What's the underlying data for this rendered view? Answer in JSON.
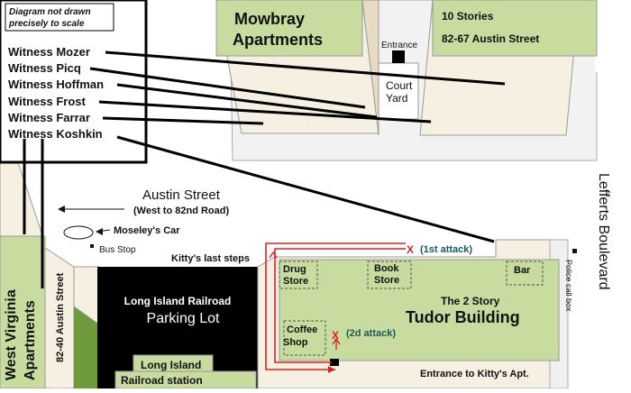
{
  "legend": {
    "note_line1": "Diagram not drawn",
    "note_line2": "precisely to scale",
    "witnesses": [
      "Witness Mozer",
      "Witness Picq",
      "Witness Hoffman",
      "Witness Frost",
      "Witness Farrar",
      "Witness Koshkin"
    ]
  },
  "mowbray": {
    "name_line1": "Mowbray",
    "name_line2": "Apartments",
    "stories": "10 Stories",
    "address": "82-67 Austin Street",
    "entrance": "Entrance",
    "courtyard_line1": "Court",
    "courtyard_line2": "Yard"
  },
  "streets": {
    "austin": "Austin Street",
    "austin_sub": "(West to 82nd Road)",
    "lefferts": "Lefferts Boulevard",
    "austin_address": "82-40 Austin Street"
  },
  "west_virginia": {
    "line1": "West Virginia",
    "line2": "Apartments"
  },
  "labels": {
    "moseley_car": "Moseley's Car",
    "bus_stop": "Bus Stop",
    "kitty_last_steps": "Kitty's last steps",
    "first_attack": "(1st attack)",
    "second_attack": "(2d attack)",
    "x_mark": "X",
    "police_call_box": "Police call box",
    "entrance_kitty": "Entrance to Kitty's Apt."
  },
  "lirr": {
    "parking_line1": "Long Island Railroad",
    "parking_line2": "Parking Lot",
    "station_line1": "Long Island",
    "station_line2": "Railroad station"
  },
  "tudor": {
    "name_line1": "The 2 Story",
    "name_line2": "Tudor Building",
    "drug_line1": "Drug",
    "drug_line2": "Store",
    "book_line1": "Book",
    "book_line2": "Store",
    "bar": "Bar",
    "coffee_line1": "Coffee",
    "coffee_line2": "Shop"
  },
  "colors": {
    "building_green": "#c8dca0",
    "grass_green": "#6e9a3c",
    "attack_red": "#dd2222",
    "label_teal": "#1a5a58",
    "parking_black": "#000000"
  }
}
